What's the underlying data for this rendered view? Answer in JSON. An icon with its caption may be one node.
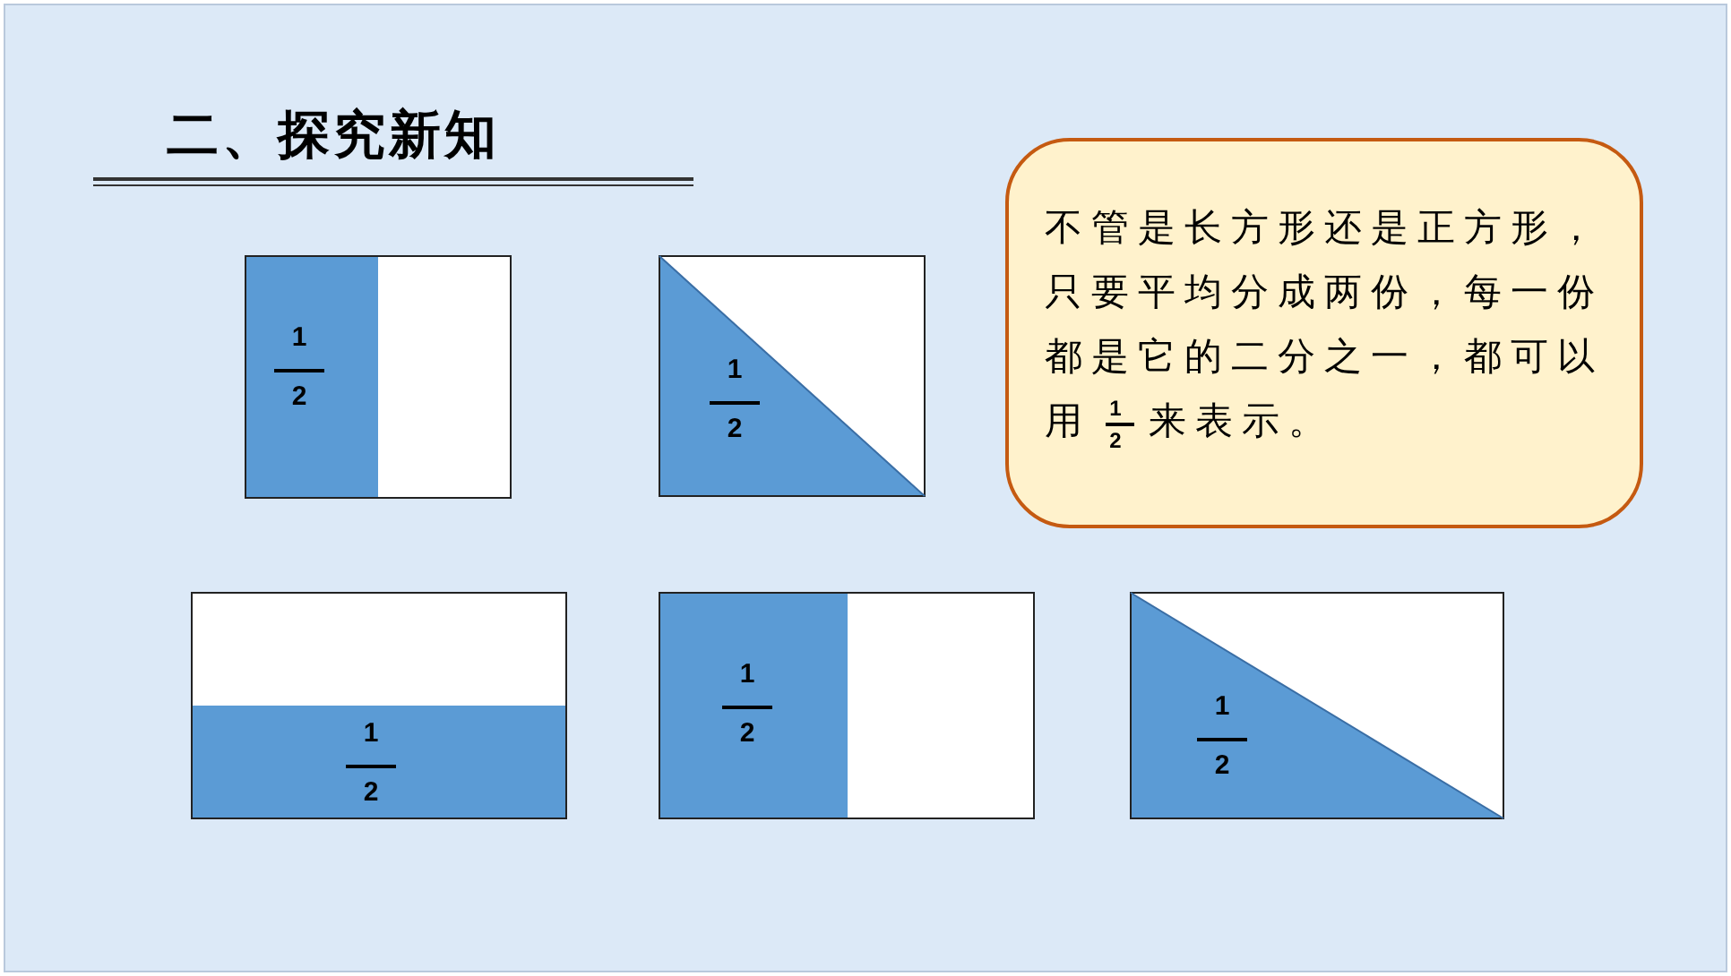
{
  "diagram": {
    "title": "二、探究新知",
    "nodes": [
      {
        "text": [
          "1",
          "2"
        ]
      },
      {
        "text": [
          "1",
          "2"
        ]
      },
      {
        "text": [
          "不管是长方形还是正方形，只要平均分成两份，每一份都是它的二分之一，都可以用",
          "1",
          "2",
          "来表示。"
        ]
      },
      {
        "text": [
          "1",
          "2"
        ]
      },
      {
        "text": [
          "1",
          "2"
        ]
      },
      {
        "text": [
          "1",
          "2"
        ]
      }
    ]
  }
}
